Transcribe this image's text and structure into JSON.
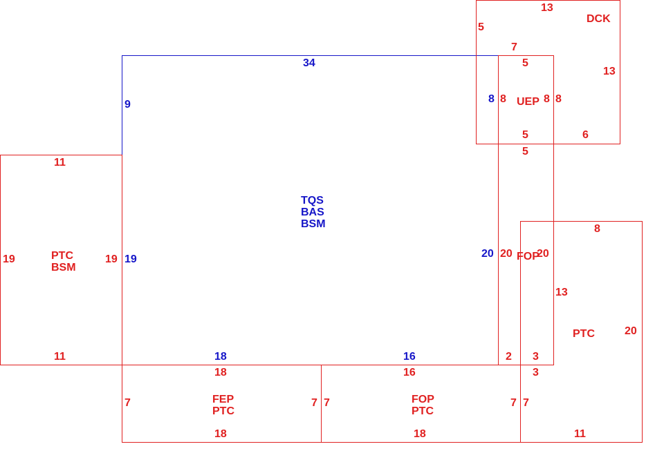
{
  "colors": {
    "main_panel": "#1515c8",
    "adjacent_panel": "#e02020",
    "background": "#ffffff"
  },
  "panels": {
    "main": {
      "names": [
        "TQS",
        "BAS",
        "BSM"
      ],
      "top": "34",
      "left_upper": "9",
      "left": "19",
      "right_upper": "8",
      "right": "20",
      "bottom_left": "18",
      "bottom_right": "16"
    },
    "dck": {
      "name": "DCK",
      "top": "13",
      "left": "5",
      "right": "13",
      "bottom_left": "7",
      "bottom_right": "6"
    },
    "uep": {
      "name": "UEP",
      "top": "5",
      "left": "8",
      "right_a": "8",
      "right_b": "8",
      "bottom": "5"
    },
    "fop_right": {
      "name": "FOP",
      "top": "5",
      "left": "20",
      "right": "20",
      "bottom_left": "2",
      "bottom_right": "3"
    },
    "ptc_left": {
      "names": [
        "PTC",
        "BSM"
      ],
      "top": "11",
      "left": "19",
      "right": "19",
      "bottom": "11"
    },
    "ptc_right": {
      "name": "PTC",
      "top": "8",
      "left": "13",
      "right": "20",
      "top_left": "3",
      "bottom": "11"
    },
    "fep_ptc": {
      "names": [
        "FEP",
        "PTC"
      ],
      "top": "18",
      "left": "7",
      "right": "7",
      "bottom": "18"
    },
    "fop_ptc": {
      "names": [
        "FOP",
        "PTC"
      ],
      "top": "16",
      "left": "7",
      "right": "7",
      "bottom": "18"
    }
  }
}
